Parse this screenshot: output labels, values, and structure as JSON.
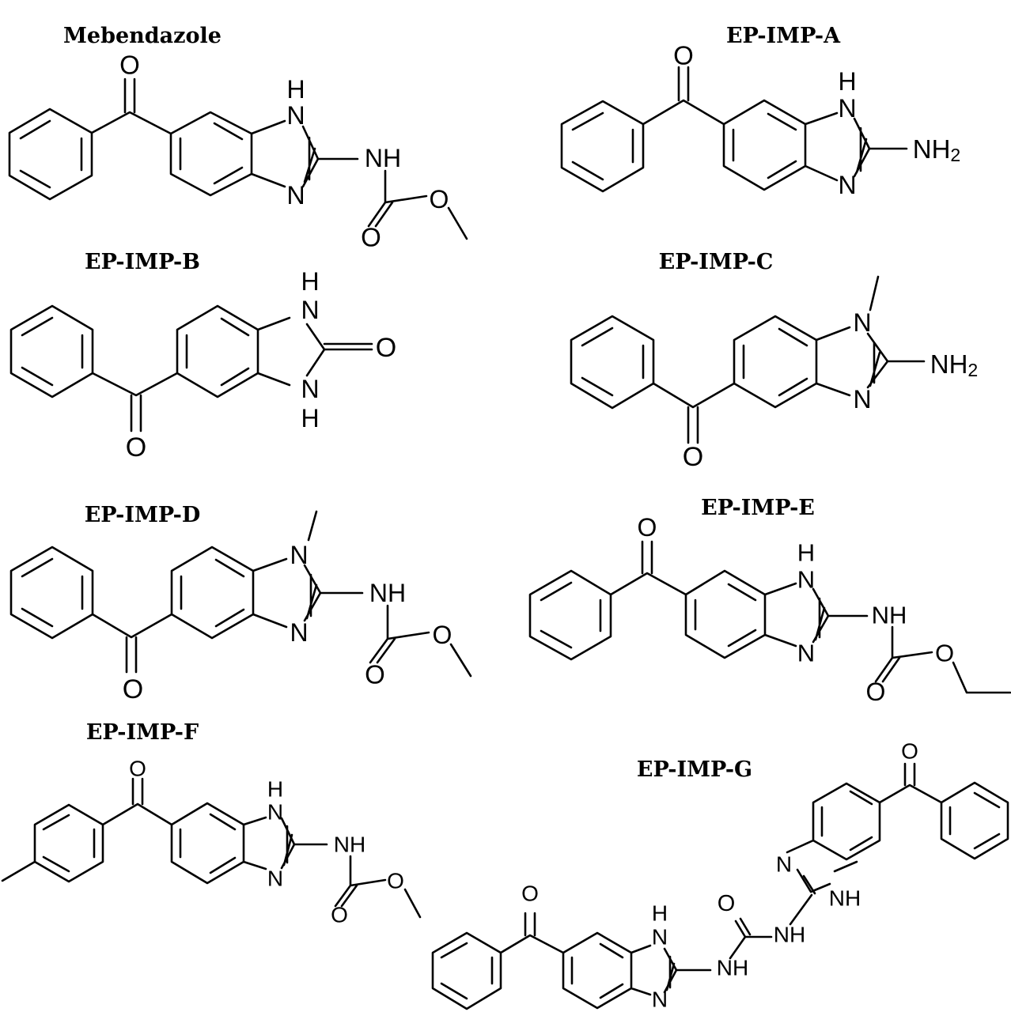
{
  "structures": [
    {
      "id": "mebendazole",
      "title": "Mebendazole",
      "atoms": {
        "o_keto": "O",
        "n1": "N",
        "h1": "H",
        "n3": "N",
        "nh": "NH",
        "o_ester": "O",
        "o_carbonyl": "O"
      }
    },
    {
      "id": "ep-imp-a",
      "title": "EP-IMP-A",
      "atoms": {
        "o_keto": "O",
        "n1": "N",
        "h1": "H",
        "n3": "N",
        "nh2": "NH",
        "nh2_sub": "2"
      }
    },
    {
      "id": "ep-imp-b",
      "title": "EP-IMP-B",
      "atoms": {
        "o_keto": "O",
        "n1": "N",
        "h1": "H",
        "n3": "N",
        "h3": "H",
        "o_urea": "O"
      }
    },
    {
      "id": "ep-imp-c",
      "title": "EP-IMP-C",
      "atoms": {
        "o_keto": "O",
        "n1": "N",
        "n3": "N",
        "nh2": "NH",
        "nh2_sub": "2"
      }
    },
    {
      "id": "ep-imp-d",
      "title": "EP-IMP-D",
      "atoms": {
        "o_keto": "O",
        "n1": "N",
        "n3": "N",
        "nh": "NH",
        "o_ester": "O",
        "o_carbonyl": "O"
      }
    },
    {
      "id": "ep-imp-e",
      "title": "EP-IMP-E",
      "atoms": {
        "o_keto": "O",
        "n1": "N",
        "h1": "H",
        "n3": "N",
        "nh": "NH",
        "o_ester": "O",
        "o_carbonyl": "O"
      }
    },
    {
      "id": "ep-imp-f",
      "title": "EP-IMP-F",
      "atoms": {
        "o_keto": "O",
        "n1": "N",
        "h1": "H",
        "n3": "N",
        "nh": "NH",
        "o_ester": "O",
        "o_carbonyl": "O"
      }
    },
    {
      "id": "ep-imp-g",
      "title": "EP-IMP-G",
      "atoms": {
        "o_keto": "O",
        "n1": "N",
        "h1": "H",
        "n3": "N",
        "nh": "NH",
        "o_urea": "O",
        "nh_b": "NH",
        "n_b": "N",
        "nh_b2": "NH",
        "o_keto_b": "O"
      }
    }
  ]
}
